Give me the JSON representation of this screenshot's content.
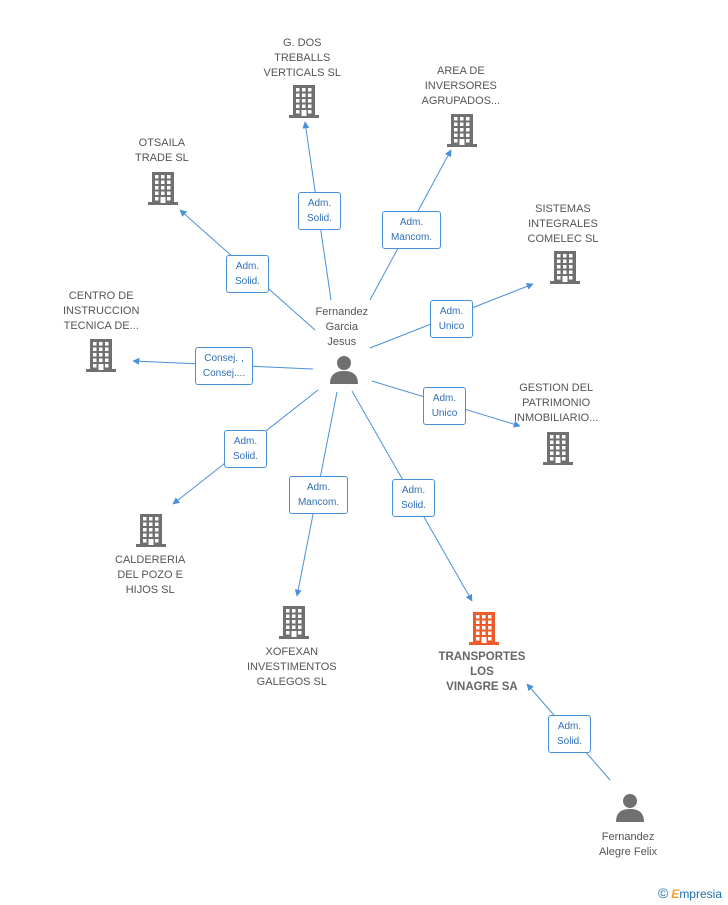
{
  "colors": {
    "edge": "#4a90d9",
    "building": "#707070",
    "building_main": "#f05a28",
    "person": "#707070"
  },
  "center": {
    "name": [
      "Fernandez",
      "Garcia",
      "Jesus"
    ],
    "icon": "person-icon"
  },
  "companies": [
    {
      "id": "g-dos",
      "lines": [
        "G. DOS",
        "TREBALLS",
        "VERTICALS SL"
      ],
      "role": [
        "Adm.",
        "Solid."
      ]
    },
    {
      "id": "area",
      "lines": [
        "AREA DE",
        "INVERSORES",
        "AGRUPADOS..."
      ],
      "role": [
        "Adm.",
        "Mancom."
      ]
    },
    {
      "id": "otsaila",
      "lines": [
        "OTSAILA",
        "TRADE SL"
      ],
      "role": [
        "Adm.",
        "Solid."
      ]
    },
    {
      "id": "sistemas",
      "lines": [
        "SISTEMAS",
        "INTEGRALES",
        "COMELEC SL"
      ],
      "role": [
        "Adm.",
        "Unico"
      ]
    },
    {
      "id": "centro",
      "lines": [
        "CENTRO DE",
        "INSTRUCCION",
        "TECNICA DE..."
      ],
      "role": [
        "Consej. ,",
        "Consej...."
      ]
    },
    {
      "id": "gestion",
      "lines": [
        "GESTION DEL",
        "PATRIMONIO",
        "INMOBILIARIO..."
      ],
      "role": [
        "Adm.",
        "Unico"
      ]
    },
    {
      "id": "caldereria",
      "lines": [
        "CALDERERIA",
        "DEL POZO E",
        "HIJOS  SL"
      ],
      "role": [
        "Adm.",
        "Solid."
      ]
    },
    {
      "id": "xofexan",
      "lines": [
        "XOFEXAN",
        "INVESTIMENTOS",
        "GALEGOS SL"
      ],
      "role": [
        "Adm.",
        "Mancom."
      ]
    },
    {
      "id": "transportes",
      "lines": [
        "TRANSPORTES",
        "LOS",
        "VINAGRE SA"
      ],
      "role": [
        "Adm.",
        "Solid."
      ],
      "main": true
    }
  ],
  "other_person": {
    "name": [
      "Fernandez",
      "Alegre Felix"
    ],
    "role": [
      "Adm.",
      "Solid."
    ],
    "icon": "person-icon"
  },
  "footer": {
    "copyright": "©",
    "brand_first": "E",
    "brand_rest": "mpresia"
  }
}
